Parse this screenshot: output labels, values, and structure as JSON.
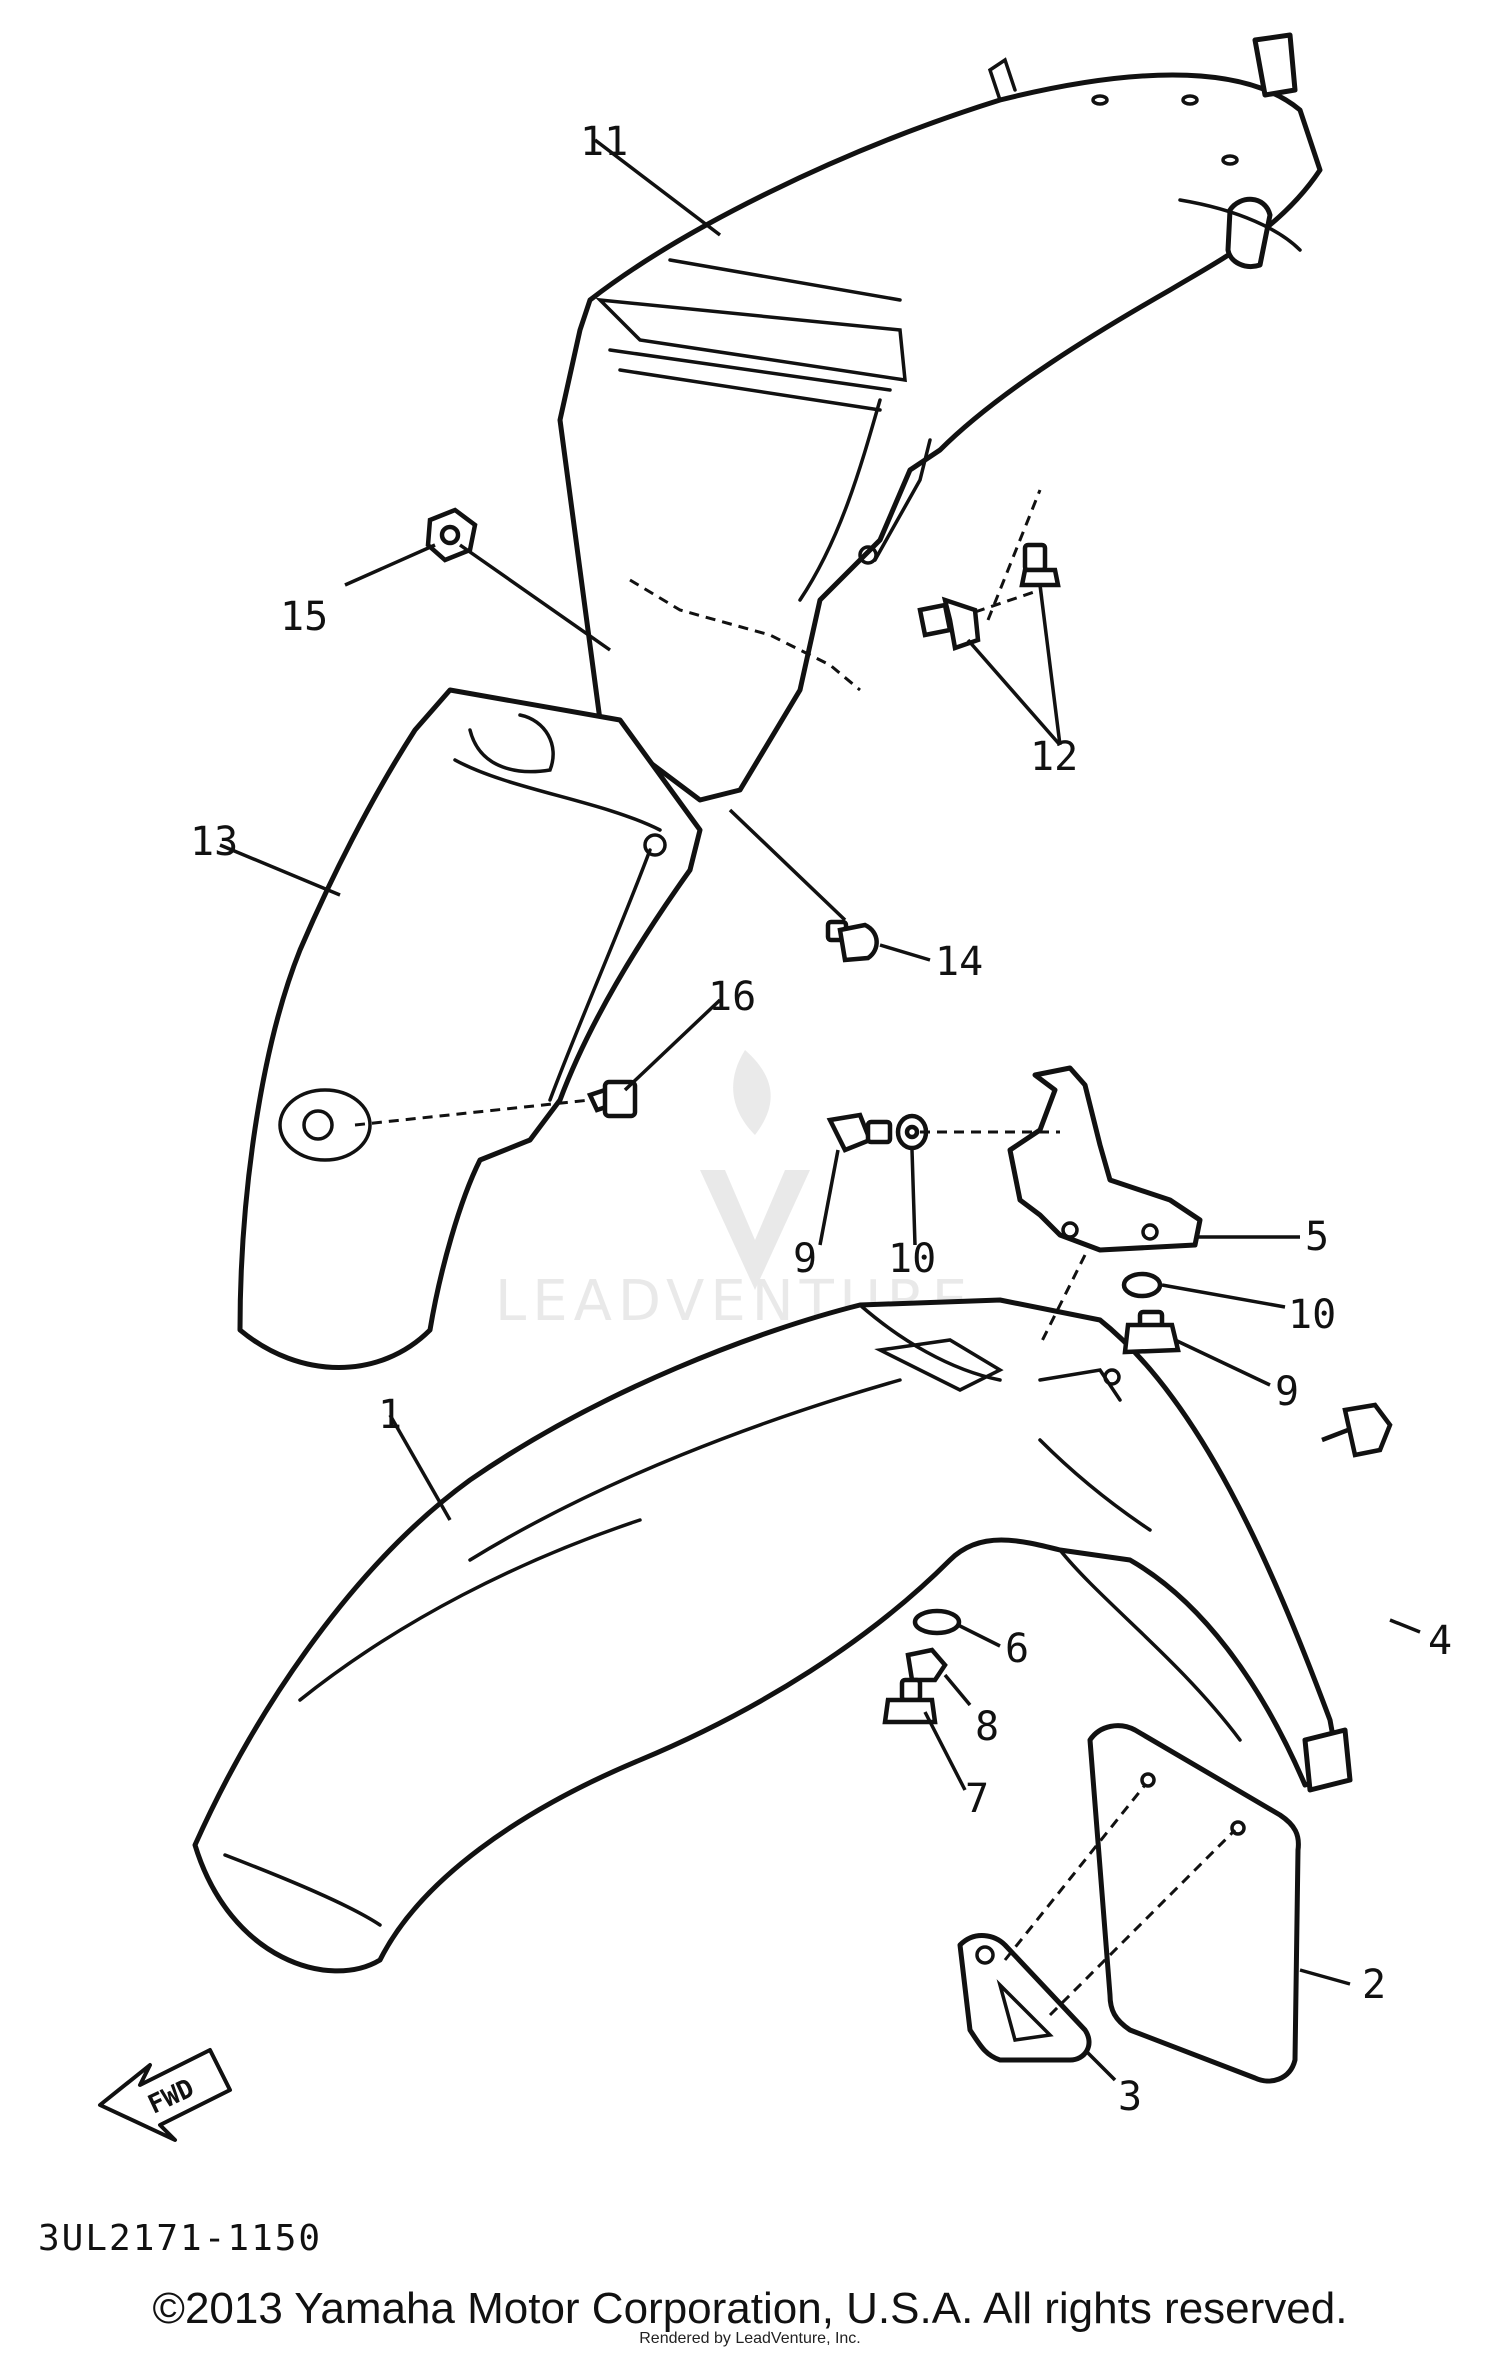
{
  "diagram": {
    "code": "3UL2171-1150",
    "copyright": "©2013 Yamaha Motor Corporation, U.S.A. All rights reserved.",
    "rendered_by": "Rendered by LeadVenture, Inc.",
    "watermark": "LEADVENTURE",
    "direction_label": "FWD"
  },
  "callouts": [
    "1",
    "2",
    "3",
    "4",
    "5",
    "6",
    "7",
    "8",
    "9",
    "10",
    "9",
    "10",
    "11",
    "12",
    "13",
    "14",
    "15",
    "16"
  ],
  "colors": {
    "line": "#111111",
    "background": "#ffffff",
    "watermark": "#d8d8d8"
  }
}
